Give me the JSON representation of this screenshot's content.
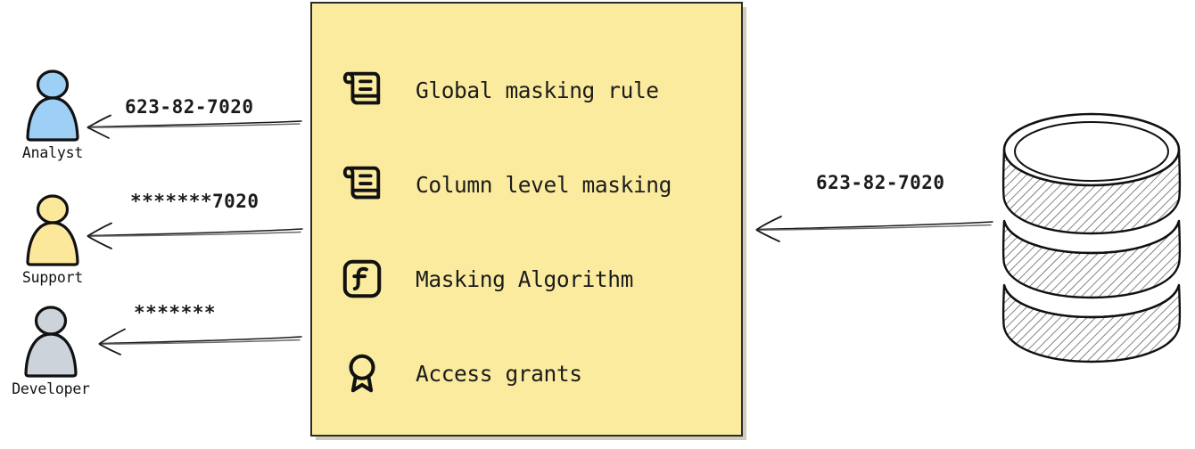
{
  "diagram": {
    "type": "data-masking-flow",
    "background": "#ffffff",
    "panel_color": "#fbeb9e",
    "stroke_color": "#1a1a1a"
  },
  "actors": [
    {
      "id": "analyst",
      "label": "Analyst",
      "color": "#9ecff5",
      "icon": "person-icon",
      "flow_label": "623-82-7020",
      "arrow": "arrow-left-icon"
    },
    {
      "id": "support",
      "label": "Support",
      "color": "#fbe89b",
      "icon": "person-icon",
      "flow_label": "*******7020",
      "arrow": "arrow-left-icon"
    },
    {
      "id": "developer",
      "label": "Developer",
      "color": "#ccd3da",
      "icon": "person-icon",
      "flow_label": "*******",
      "arrow": "arrow-left-icon"
    }
  ],
  "rules_panel": {
    "items": [
      {
        "label": "Global masking rule",
        "icon": "scroll-icon"
      },
      {
        "label": "Column level masking",
        "icon": "scroll-icon"
      },
      {
        "label": "Masking Algorithm",
        "icon": "function-icon"
      },
      {
        "label": "Access grants",
        "icon": "award-ribbon-icon"
      }
    ]
  },
  "source": {
    "icon": "database-cylinder-icon",
    "flow_label": "623-82-7020",
    "arrow": "arrow-left-icon"
  }
}
